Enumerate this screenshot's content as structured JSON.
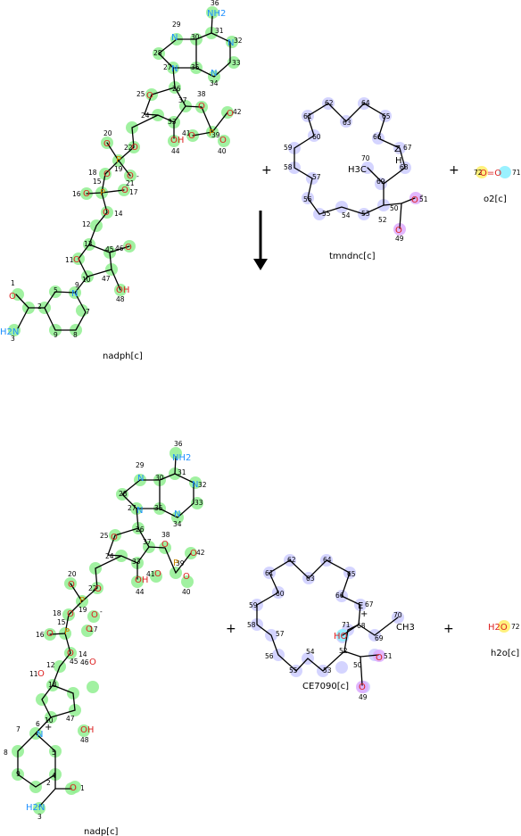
{
  "reaction": {
    "reactants": [
      {
        "id": "nadph",
        "name": "nadph[c]"
      },
      {
        "id": "tmndnc",
        "name": "tmndnc[c]"
      },
      {
        "id": "o2",
        "name": "o2[c]"
      }
    ],
    "products": [
      {
        "id": "nadp",
        "name": "nadp[c]"
      },
      {
        "id": "ce7090",
        "name": "CE7090[c]"
      },
      {
        "id": "h2o",
        "name": "h2o[c]"
      }
    ],
    "plus_sign": "+"
  },
  "labels": {
    "nh2": "NH2",
    "h2n": "H2N",
    "h3c": "H3C",
    "ch3": "CH3",
    "ho": "HO",
    "oh": "OH",
    "h2o": "H2O",
    "o2": "O=O",
    "n": "N",
    "o": "O",
    "p": "P",
    "e": "E",
    "z": "Z",
    "h": "H",
    "minus": "-",
    "plus_charge": "+"
  },
  "colors": {
    "nadph_highlight": "#90ee90",
    "lipid_highlight": "#ccccff",
    "carboxyl_highlight": "#ddaaff",
    "o2_left": "#ffee66",
    "o2_right": "#88eeff",
    "h2o_highlight": "#ffee66",
    "ho_highlight": "#88eeff",
    "nitrogen": "#1e90ff",
    "oxygen": "#dd2222",
    "phosphorus": "#cc8800"
  }
}
